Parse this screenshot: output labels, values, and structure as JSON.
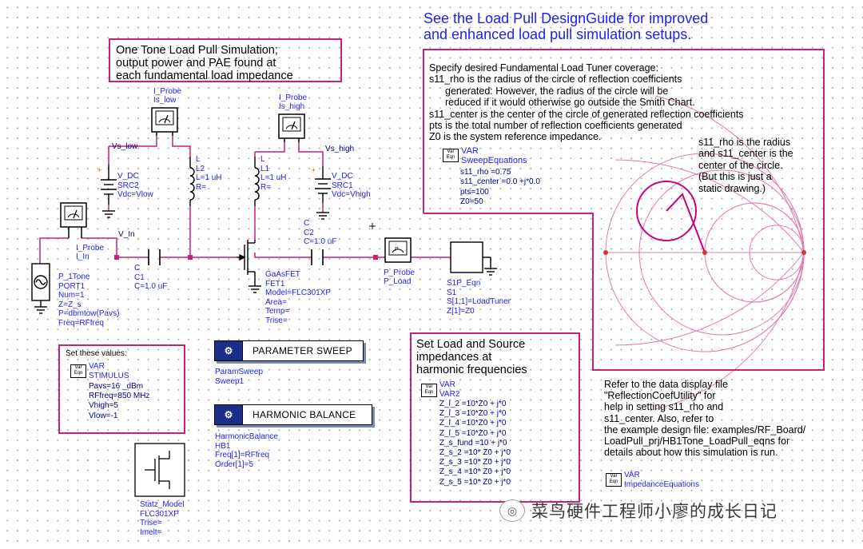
{
  "designguide_note": {
    "line1": "See the Load Pull DesignGuide for improved",
    "line2": "and enhanced load pull simulation setups."
  },
  "title_box": {
    "line1": "One Tone Load Pull Simulation;",
    "line2": "output power and PAE found at",
    "line3": "each fundamental load impedance"
  },
  "tuner_box": {
    "line1": "Specify desired Fundamental Load Tuner coverage:",
    "line2": "s11_rho is the radius of the circle of reflection coefficients",
    "line3": "generated:  However, the radius of the circle will be",
    "line4": "reduced if it would otherwise go outside the Smith Chart.",
    "line5": "s11_center is the center of the circle of generated reflection coefficients",
    "line6": "pts is the total number of reflection coefficients generated",
    "line7": "Z0 is the system reference impedance."
  },
  "sweep_equations": {
    "type": "VAR",
    "name": "SweepEquations",
    "eq1": "s11_rho =0.75",
    "eq2": "s11_center =0.0 +j*0.0",
    "eq3": "pts=100",
    "eq4": "Z0=50"
  },
  "smith_note": {
    "line1": "s11_rho is the radius",
    "line2": "and s11_center is the",
    "line3": "center of the circle.",
    "line4": "(But this is just a",
    "line5": "static drawing.)"
  },
  "probe_low": {
    "type": "I_Probe",
    "name": "Is_low"
  },
  "probe_high": {
    "type": "I_Probe",
    "name": "Is_high"
  },
  "probe_in": {
    "type": "I_Probe",
    "name": "I_In"
  },
  "probe_p": {
    "type": "P_Probe",
    "name": "P_Load"
  },
  "net_labels": {
    "vs_low": "Vs_low",
    "vs_high": "Vs_high",
    "v_in": "V_In"
  },
  "inductor_l2": {
    "type": "L",
    "name": "L2",
    "value": "L=1 uH",
    "r": "R="
  },
  "inductor_l1": {
    "type": "L",
    "name": "L1",
    "value": "L=1 uH",
    "r": "R="
  },
  "dc_src2": {
    "type": "V_DC",
    "name": "SRC2",
    "value": "Vdc=Vlow"
  },
  "dc_src1": {
    "type": "V_DC",
    "name": "SRC1",
    "value": "Vdc=Vhigh"
  },
  "cap_c1": {
    "type": "C",
    "name": "C1",
    "value": "C=1.0 uF"
  },
  "cap_c2": {
    "type": "C",
    "name": "C2",
    "value": "C=1.0 uF"
  },
  "fet": {
    "type": "GaAsFET",
    "name": "FET1",
    "model": "Model=FLC301XP",
    "area": "Area=",
    "temp": "Temp=",
    "trise": "Trise="
  },
  "port": {
    "type": "P_1Tone",
    "name": "PORT1",
    "num": "Num=1",
    "z": "Z=Z_s",
    "p": "P=dbmtow(Pavs)",
    "freq": "Freq=RFfreq"
  },
  "s1p": {
    "type": "S1P_Eqn",
    "name": "S1",
    "s": "S[1,1]=LoadTuner",
    "z": "Z[1]=Z0"
  },
  "values_box": {
    "header": "Set these values:",
    "type": "VAR",
    "name": "STIMULUS",
    "eq1": "Pavs=16  _dBm",
    "eq2": "RFfreq=850 MHz",
    "eq3": "Vhigh=5",
    "eq4": "Vlow=-1"
  },
  "param_sweep": {
    "label": "PARAMETER SWEEP",
    "type": "ParamSweep",
    "name": "Sweep1"
  },
  "harmonic_balance": {
    "label": "HARMONIC BALANCE",
    "type": "HarmonicBalance",
    "name": "HB1",
    "freq": "Freq[1]=RFfreq",
    "order": "Order[1]=5"
  },
  "statz": {
    "type": "Statz_Model",
    "name": "FLC301XP",
    "trise": "Trise=",
    "imelt": "Imelt="
  },
  "harmonic_box": {
    "line1": "Set Load and Source",
    "line2": "impedances at",
    "line3": "harmonic frequencies",
    "type": "VAR",
    "name": "VAR2",
    "eq1": "Z_l_2 =10*Z0 + j*0",
    "eq2": "Z_l_3 =10*Z0 + j*0",
    "eq3": "Z_l_4 =10*Z0 + j*0",
    "eq4": "Z_l_5 =10*Z0 + j*0",
    "eq5": "Z_s_fund =10 + j*0",
    "eq6": "Z_s_2 =10* Z0 + j*0",
    "eq7": "Z_s_3 =10* Z0 + j*0",
    "eq8": "Z_s_4 =10* Z0 + j*0",
    "eq9": "Z_s_5 =10* Z0 + j*0"
  },
  "refer_note": {
    "line1": "Refer to the data display file",
    "line2": "\"ReflectionCoefUtility\" for",
    "line3": "help in setting s11_rho and",
    "line4": "s11_center.  Also, refer to",
    "line5": "the example design file: examples/RF_Board/",
    "line6": "LoadPull_prj/HB1Tone_LoadPull_eqns for",
    "line7": "details about how this simulation is run."
  },
  "impedance_eq": {
    "type": "VAR",
    "name": "ImpedanceEquations"
  },
  "var_icon": {
    "top": "Var",
    "bottom": "Eqn"
  },
  "watermark": {
    "text": "菜鸟硬件工程师小廖的成长日记"
  },
  "colors": {
    "wire": "#cc1f7a",
    "component": "#1f1ff0",
    "smith": "#e07ab0",
    "accent": "#cc007a"
  }
}
